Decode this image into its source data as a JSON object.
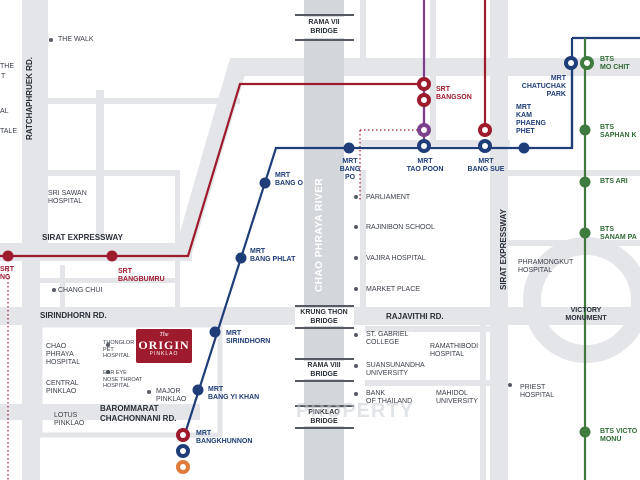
{
  "colors": {
    "road": "#e3e5e8",
    "river": "#d3d7dc",
    "mrt_blue": "#1f3d78",
    "srt_red": "#9e1b2e",
    "bts_green": "#3f7a3f",
    "mrt_purple": "#7b3f8c",
    "orange": "#e07a3a"
  },
  "roads": {
    "ratchaphruek": "RATCHAPHRUEK RD.",
    "sirat_west": "SIRAT EXPRESSWAY",
    "sirat_east": "SIRAT EXPRESSWAY",
    "sirindhorn": "SIRINDHORN RD.",
    "rajavithi": "RAJAVITHI RD.",
    "baromrat_1": "BAROMMARAT",
    "baromrat_2": "CHACHONNANI RD."
  },
  "river": "CHAO PHRAYA RIVER",
  "bridges": {
    "rama7_1": "RAMA VII",
    "rama7_2": "BRIDGE",
    "krungthon_1": "KRUNG THON",
    "krungthon_2": "BRIDGE",
    "rama8_1": "RAMA VIII",
    "rama8_2": "BRIDGE",
    "pinklao_1": "PINKLAO",
    "pinklao_2": "BRIDGE"
  },
  "mrt": {
    "bang_o": [
      "MRT",
      "BANG O"
    ],
    "bang_phlat": [
      "MRT",
      "BANG PHLAT"
    ],
    "sirindhorn": [
      "MRT",
      "SIRINDHORN"
    ],
    "bang_yi_khan": [
      "MRT",
      "BANG YI KHAN"
    ],
    "bangkhunnon": [
      "MRT",
      "BANGKHUNNON"
    ],
    "bang_po": [
      "MRT",
      "BANG",
      "PO"
    ],
    "tao_poon": [
      "MRT",
      "TAO POON"
    ],
    "bang_sue": [
      "MRT",
      "BANG SUE"
    ],
    "kam_phaeng_phet": [
      "MRT",
      "KAM",
      "PHAENG",
      "PHET"
    ],
    "chatuchak": [
      "MRT",
      "CHATUCHAK",
      "PARK"
    ]
  },
  "srt": {
    "bangson": [
      "SRT",
      "BANGSON"
    ],
    "bangbumru": [
      "SRT",
      "BANGBUMRU"
    ]
  },
  "bts": {
    "mo_chit": [
      "BTS",
      "MO CHIT"
    ],
    "saphan_khwai": [
      "BTS",
      "SAPHAN K"
    ],
    "ari": [
      "BTS ARI"
    ],
    "sanam_pao": [
      "BTS",
      "SANAM PA"
    ],
    "victory": [
      "BTS VICTO",
      "MONU"
    ]
  },
  "landmarks": {
    "the_walk": "THE WALK",
    "sri_sawan_1": "SRI SAWAN",
    "sri_sawan_2": "HOSPITAL",
    "chang_chui": "CHANG CHUI",
    "chao_phraya_h": [
      "CHAO",
      "PHRAYA",
      "HOSPITAL"
    ],
    "central_pinklao": [
      "CENTRAL",
      "PINKLAO"
    ],
    "lotus_pinklao": [
      "LOTUS",
      "PINKLAO"
    ],
    "thonglor_pet": [
      "THONGLOR",
      "PET",
      "HOSPITAL"
    ],
    "ear_eye": [
      "EAR EYE",
      "NOSE THROAT",
      "HOSPITAL"
    ],
    "major_pinklao": [
      "MAJOR",
      "PINKLAO"
    ],
    "parliament": "PARLIAMENT",
    "rajinibon": "RAJINIBON SCHOOL",
    "vajira": "VAJIRA HOSPITAL",
    "market": "MARKET PLACE",
    "st_gabriel": [
      "ST. GABRIEL",
      "COLLEGE"
    ],
    "suansunandha": [
      "SUANSUNANDHA",
      "UNIVERSITY"
    ],
    "bank_thailand": [
      "BANK",
      "OF THAILAND"
    ],
    "ramathibodi": [
      "RAMATHIBODI",
      "HOSPITAL"
    ],
    "mahidol": [
      "MAHIDOL",
      "UNIVERSITY"
    ],
    "phramongkut": [
      "PHRAMONGKUT",
      "HOSPITAL"
    ],
    "priest": [
      "PRIEST",
      "HOSPITAL"
    ],
    "victory_monument": [
      "VICTORY",
      "MONUMENT"
    ]
  },
  "left_edge_fragments": [
    "THE",
    "T",
    "AL",
    "TALE"
  ],
  "srt_left_fragment": [
    "SRT",
    "NG"
  ],
  "origin": {
    "line1": "The",
    "line2": "ORIGIN",
    "line3": "PINKLAO"
  },
  "watermark": "PROPERTY"
}
